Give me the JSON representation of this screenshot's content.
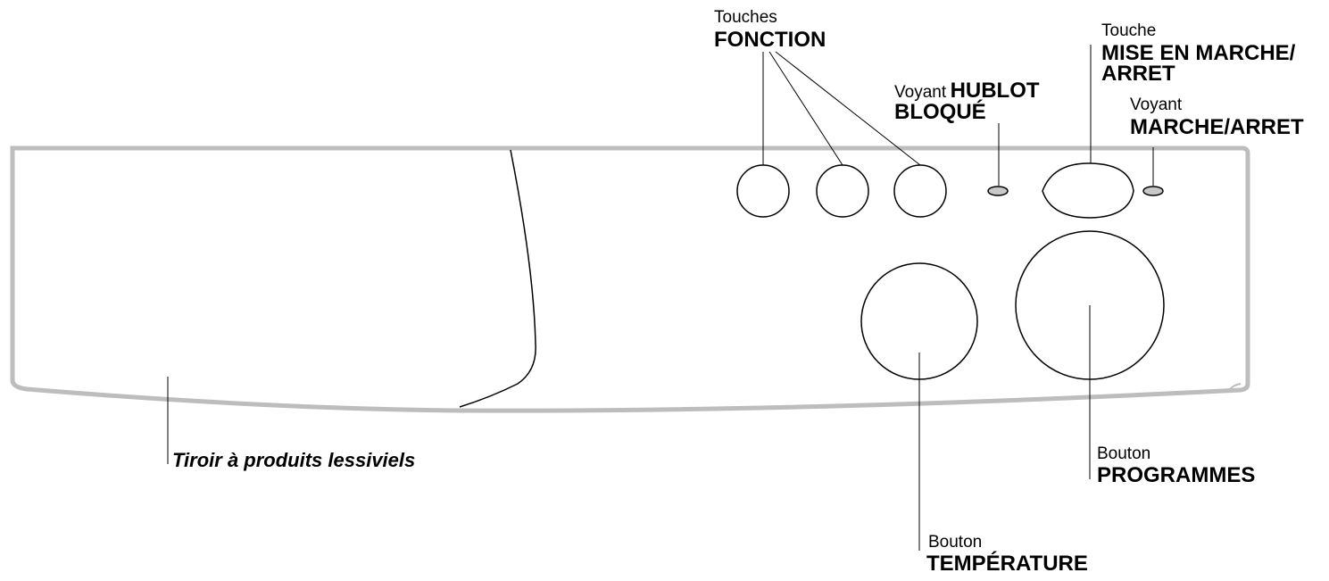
{
  "labels": {
    "touches_small": "Touches",
    "fonction_big": "FONCTION",
    "touche_small": "Touche",
    "mise_en_marche_big_1": "MISE EN MARCHE/",
    "mise_en_marche_big_2": "ARRET",
    "voyant_hublot_small": "Voyant",
    "hublot_big": "HUBLOT",
    "bloque_big": "BLOQUÉ",
    "voyant_marche_small": "Voyant",
    "marche_arret_big": "MARCHE/ARRET",
    "tiroir_label": "Tiroir à produits lessiviels",
    "bouton_programmes_small": "Bouton",
    "programmes_big": "PROGRAMMES",
    "bouton_temperature_small": "Bouton",
    "temperature_big": "TEMPÉRATURE"
  },
  "colors": {
    "panel_outline": "#bdbdbd",
    "stroke": "#000000",
    "indicator_fill": "#c8c8c8"
  }
}
